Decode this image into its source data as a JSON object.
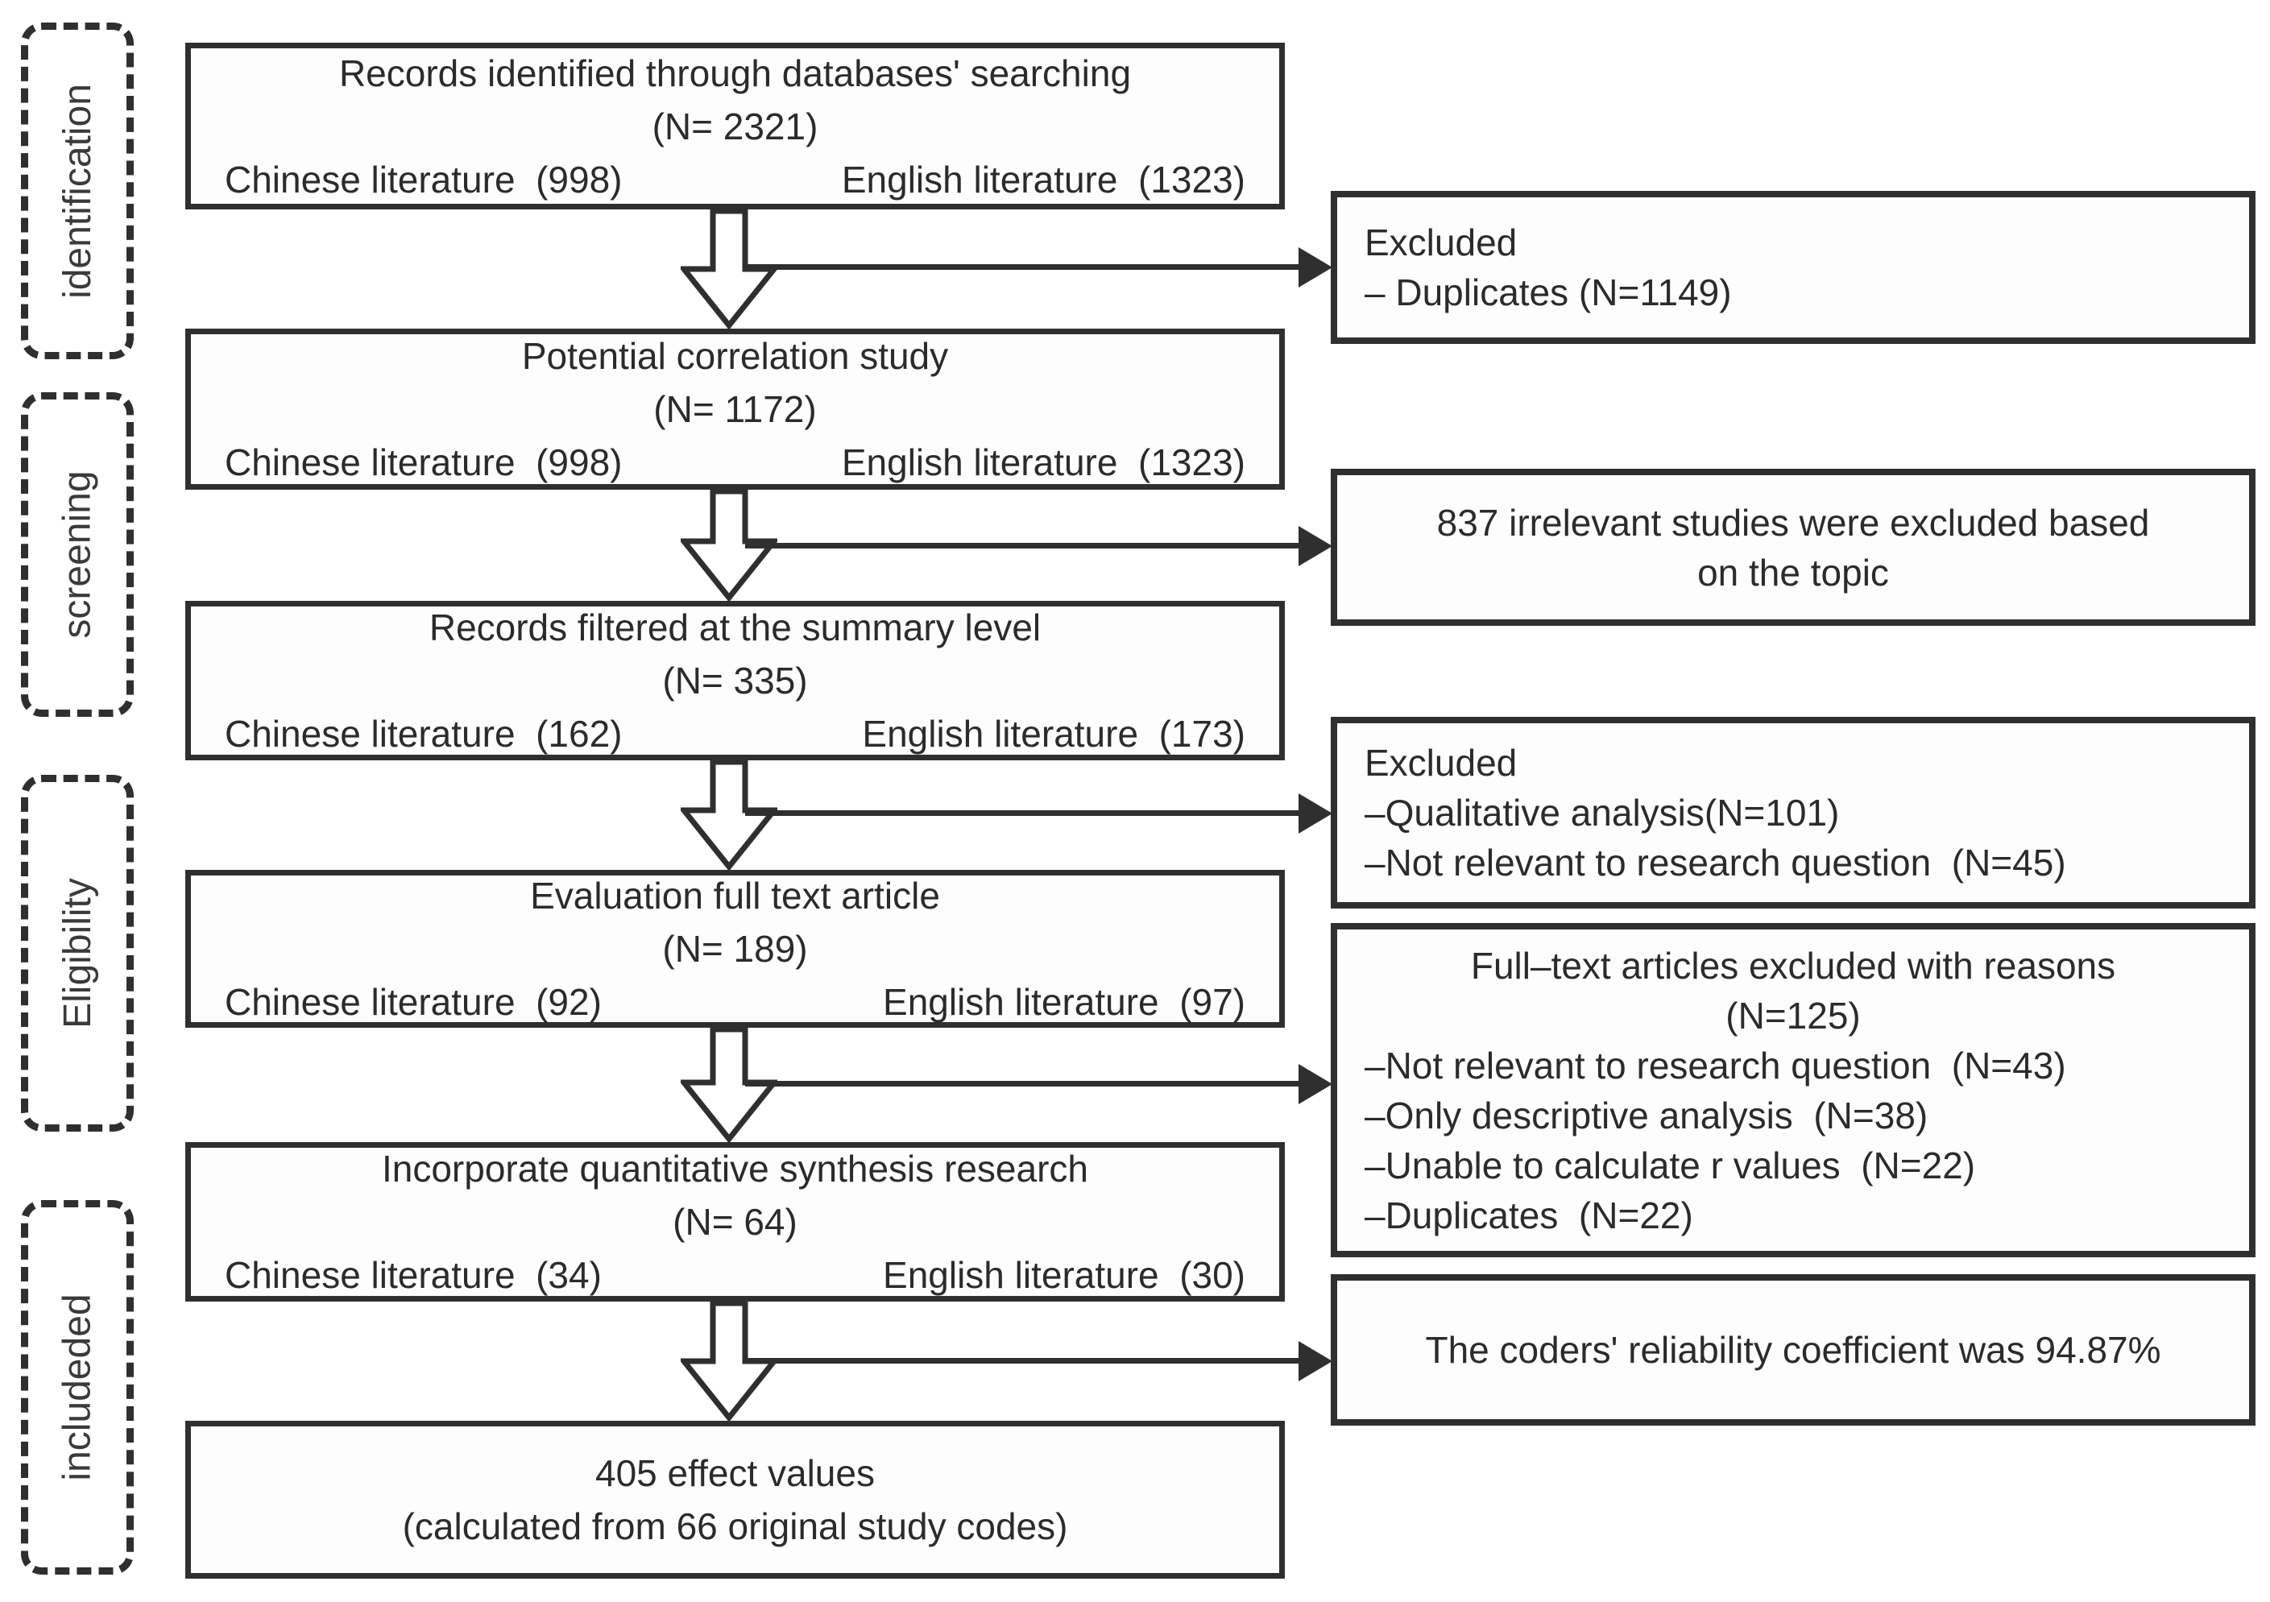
{
  "colors": {
    "ink": "#2f2f2f",
    "paper": "#ffffff"
  },
  "stages": [
    {
      "label": "identification"
    },
    {
      "label": "screening"
    },
    {
      "label": "Eligibility"
    },
    {
      "label": "includeded"
    }
  ],
  "flow": [
    {
      "title": "Records identified through databases' searching",
      "n": "(N= 2321)",
      "chinese": "Chinese literature  (998)",
      "english": "English literature  (1323)"
    },
    {
      "title": "Potential correlation study",
      "n": "(N= 1172)",
      "chinese": "Chinese literature  (998)",
      "english": "English literature  (1323)"
    },
    {
      "title": "Records filtered at the summary level",
      "n": "(N= 335)",
      "chinese": "Chinese literature  (162)",
      "english": "English literature  (173)"
    },
    {
      "title": "Evaluation full text article",
      "n": "(N= 189)",
      "chinese": "Chinese literature  (92)",
      "english": "English literature  (97)"
    },
    {
      "title": "Incorporate quantitative synthesis research",
      "n": "(N= 64)",
      "chinese": "Chinese literature  (34)",
      "english": "English literature  (30)"
    }
  ],
  "final_box": {
    "line1": "405 effect values",
    "line2": "(calculated from 66 original study codes)"
  },
  "side_notes": [
    {
      "line1": "Excluded",
      "line2": "– Duplicates (N=1149)"
    },
    {
      "line1": "837 irrelevant studies were excluded based",
      "line2": "on the topic"
    },
    {
      "line1": "Excluded",
      "line2": "–Qualitative analysis(N=101)",
      "line3": "–Not relevant to research question  (N=45)"
    },
    {
      "heading": "Full–text articles excluded with reasons",
      "n": "(N=125)",
      "item1": "–Not relevant to research question  (N=43)",
      "item2": "–Only descriptive analysis  (N=38)",
      "item3": "–Unable to calculate r values  (N=22)",
      "item4": "–Duplicates  (N=22)"
    },
    {
      "line1": "The coders' reliability coefficient was 94.87%"
    }
  ]
}
